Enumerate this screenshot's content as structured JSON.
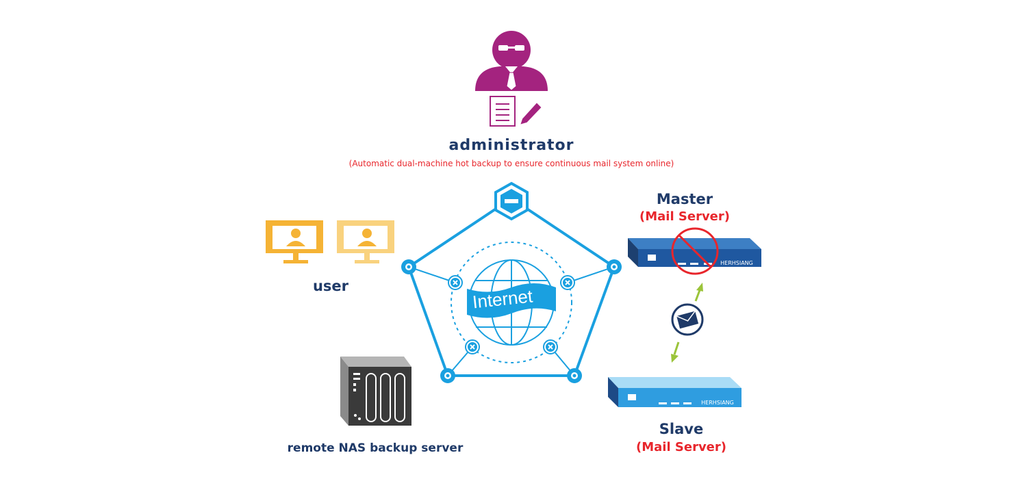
{
  "administrator": {
    "label": "administrator",
    "note": "(Automatic dual-machine hot backup to ensure continuous mail system online)"
  },
  "user": {
    "label": "user"
  },
  "internet": {
    "label": "Internet"
  },
  "master": {
    "label": "Master",
    "role": "(Mail Server)",
    "brand": "HERHSIANG"
  },
  "slave": {
    "label": "Slave",
    "role": "(Mail Server)",
    "brand": "HERHSIANG"
  },
  "nas": {
    "label": "remote NAS backup server"
  },
  "colors": {
    "admin": "#a4237f",
    "network": "#1aa0e0",
    "navy": "#1f3a68",
    "red": "#e8262c",
    "user": "#f5b335",
    "arrow": "#9bc43a",
    "master": "#2a62a8",
    "slave": "#8fd0f2"
  }
}
